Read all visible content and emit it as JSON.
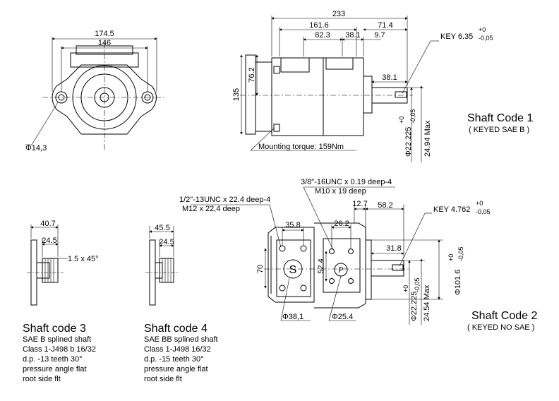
{
  "front_view": {
    "overall_width": "174.5",
    "bolt_span": "146",
    "hole_diameter": "Φ14,3"
  },
  "side_view": {
    "overall_length": "233",
    "dim_161_6": "161.6",
    "dim_71_4": "71.4",
    "dim_82_3": "82.3",
    "dim_38_1_top": "38.1",
    "dim_9_7": "9.7",
    "height_135": "135",
    "height_76_2": "76.2",
    "mounting_torque": "Mounting torque: 159Nm",
    "shaft_length": "38.1",
    "key_label": "KEY 6.35",
    "key_tol_upper": "+0",
    "key_tol_lower": "-0,05",
    "shaft_dia": "Φ22.225",
    "shaft_dia_tol_upper": "+0",
    "shaft_dia_tol_lower": "-0,05",
    "shaft_max": "24.94 Max"
  },
  "shaft_code_1": {
    "title": "Shaft Code 1",
    "subtitle": "( KEYED  SAE  B )"
  },
  "shaft_code_3": {
    "dim_40_7": "40.7",
    "dim_24_5": "24.5",
    "chamfer": "1.5 x 45°",
    "title": "Shaft code 3",
    "lines": [
      "SAE B splined shaft",
      "Class 1-J498 b 16/32",
      "d.p. -13 teeth 30°",
      "pressure angle flat",
      "root side flt"
    ]
  },
  "shaft_code_4": {
    "dim_45_5": "45.5",
    "dim_24_5": "24.5",
    "title": "Shaft code 4",
    "lines": [
      "SAE BB splined shaft",
      "Class 1-J498 16/32",
      "d.p. -15 teeth 30°",
      "pressure angle flat",
      "root side flt"
    ]
  },
  "port_view": {
    "thread_s_1": "1/2\"-13UNC x 22.4 deep-4",
    "thread_s_2": "M12 x 22,4 deep",
    "thread_p_1": "3/8\"-16UNC x 0.19 deep-4",
    "thread_p_2": "M10 x 19 deep",
    "dim_35_8": "35.8",
    "dim_26_2": "26.2",
    "dim_70": "70",
    "dim_52_4": "52.4",
    "dim_12_7": "12.7",
    "dim_58_2": "58.2",
    "dim_31_8": "31.8",
    "port_s_dia": "Φ38,1",
    "port_p_dia": "Φ25.4",
    "port_s_letter": "S",
    "port_p_letter": "P",
    "key_label": "KEY 4.762",
    "key_tol_upper": "+0",
    "key_tol_lower": "-0,05",
    "shaft_dia": "Φ22.225",
    "shaft_dia_tol_upper": "+0",
    "shaft_dia_tol_lower": "-0,05",
    "shaft_max": "24.54 Max",
    "pilot_dia": "Φ101.6",
    "pilot_tol_upper": "+0",
    "pilot_tol_lower": "-0,05"
  },
  "shaft_code_2": {
    "title": "Shaft Code 2",
    "subtitle": "( KEYED  NO  SAE )"
  }
}
